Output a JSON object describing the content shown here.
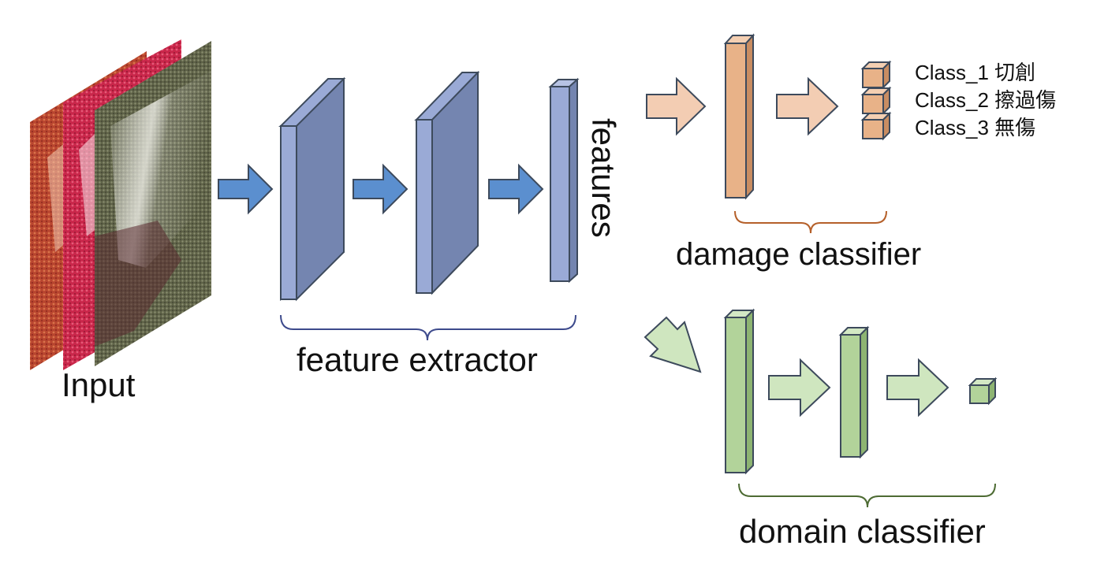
{
  "labels": {
    "input": "Input",
    "features": "features",
    "feature_extractor": "feature extractor",
    "damage_classifier": "damage classifier",
    "domain_classifier": "domain classifier"
  },
  "classes": [
    "Class_1 切創",
    "Class_2 擦過傷",
    "Class_3 無傷"
  ],
  "colors": {
    "blue_face": "#7485b0",
    "blue_side": "#9aaad6",
    "blue_arrow": "#5b8fcf",
    "orange_face": "#e8b288",
    "orange_arrow": "#f3cdb3",
    "green_face": "#b2d39a",
    "green_arrow": "#cfe6bf",
    "outline": "#3d4a5c"
  }
}
